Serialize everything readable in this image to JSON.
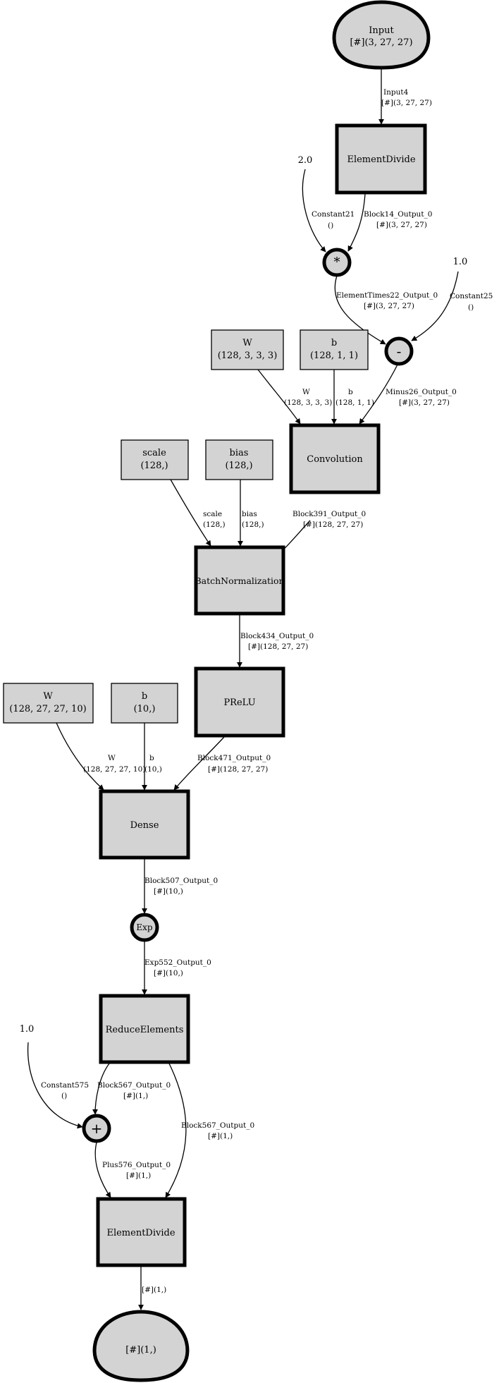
{
  "nodes": {
    "input": [
      "Input",
      "[#](3, 27, 27)"
    ],
    "ed1": "ElementDivide",
    "c21": "2.0",
    "times": "*",
    "c25": "1.0",
    "minus": "-",
    "convW": [
      "W",
      "(128, 3, 3, 3)"
    ],
    "convB": [
      "b",
      "(128, 1, 1)"
    ],
    "conv": "Convolution",
    "scale": [
      "scale",
      "(128,)"
    ],
    "bias": [
      "bias",
      "(128,)"
    ],
    "bn": "BatchNormalization",
    "prelu": "PReLU",
    "denseW": [
      "W",
      "(128, 27, 27, 10)"
    ],
    "denseB": [
      "b",
      "(10,)"
    ],
    "dense": "Dense",
    "exp": "Exp",
    "reduce": "ReduceElements",
    "c575": "1.0",
    "plus": "+",
    "ed2": "ElementDivide",
    "output": "[#](1,)"
  },
  "edges": {
    "input4": [
      "Input4",
      "[#](3, 27, 27)"
    ],
    "block14": [
      "Block14_Output_0",
      "[#](3, 27, 27)"
    ],
    "constant21": [
      "Constant21",
      "()"
    ],
    "times22": [
      "ElementTimes22_Output_0",
      "[#](3, 27, 27)"
    ],
    "constant25": [
      "Constant25",
      "()"
    ],
    "minus26": [
      "Minus26_Output_0",
      "[#](3, 27, 27)"
    ],
    "convW": [
      "W",
      "(128, 3, 3, 3)"
    ],
    "convB": [
      "b",
      "(128, 1, 1)"
    ],
    "scale": [
      "scale",
      "(128,)"
    ],
    "bias": [
      "bias",
      "(128,)"
    ],
    "block391": [
      "Block391_Output_0",
      "[#](128, 27, 27)"
    ],
    "block434": [
      "Block434_Output_0",
      "[#](128, 27, 27)"
    ],
    "denseW": [
      "W",
      "(128, 27, 27, 10)"
    ],
    "denseB": [
      "b",
      "(10,)"
    ],
    "block471": [
      "Block471_Output_0",
      "[#](128, 27, 27)"
    ],
    "block507": [
      "Block507_Output_0",
      "[#](10,)"
    ],
    "exp552": [
      "Exp552_Output_0",
      "[#](10,)"
    ],
    "constant575": [
      "Constant575",
      "()"
    ],
    "block567a": [
      "Block567_Output_0",
      "[#](1,)"
    ],
    "block567b": [
      "Block567_Output_0",
      "[#](1,)"
    ],
    "plus576": [
      "Plus576_Output_0",
      "[#](1,)"
    ],
    "final": [
      "[#](1,)"
    ]
  }
}
